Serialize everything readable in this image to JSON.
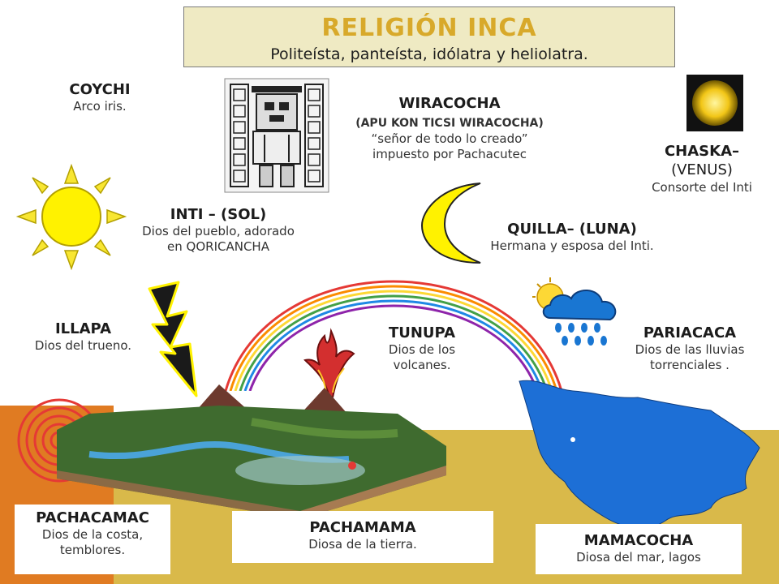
{
  "title": {
    "main": "Religión Inca",
    "subtitle": "Politeísta, panteísta, idólatra y heliolatra."
  },
  "deities": {
    "coychi": {
      "name": "COYCHI",
      "desc": "Arco iris."
    },
    "wiracocha": {
      "name": "WIRACOCHA",
      "alt": "(APU KON TICSI WIRACOCHA)",
      "desc1": "“señor de todo lo creado”",
      "desc2": "impuesto por Pachacutec"
    },
    "chaska": {
      "name": "CHASKA–",
      "alt": "(VENUS)",
      "desc": "Consorte del Inti"
    },
    "inti": {
      "name": "INTI – (SOL)",
      "desc1": "Dios del pueblo, adorado",
      "desc2": "en QORICANCHA"
    },
    "quilla": {
      "name": "QUILLA– (LUNA)",
      "desc": "Hermana y esposa del Inti."
    },
    "illapa": {
      "name": "ILLAPA",
      "desc": "Dios del trueno."
    },
    "tunupa": {
      "name": "TUNUPA",
      "desc1": "Dios de los",
      "desc2": "volcanes."
    },
    "pariacaca": {
      "name": "PARIACACA",
      "desc1": "Dios de las lluvias",
      "desc2": "torrenciales ."
    },
    "pachacamac": {
      "name": "PACHACAMAC",
      "desc1": "Dios de la costa,",
      "desc2": "temblores."
    },
    "pachamama": {
      "name": "PACHAMAMA",
      "desc": "Diosa de la tierra."
    },
    "mamacocha": {
      "name": "MAMACOCHA",
      "desc": "Diosa del mar, lagos"
    }
  },
  "colors": {
    "title_accent": "#d8a92a",
    "ground_yellow": "#d9b94a",
    "ground_orange": "#e07b22",
    "sea_blue": "#1d6fd6"
  },
  "icons": [
    "sun-icon",
    "moon-icon",
    "venus-star-icon",
    "lightning-icon",
    "volcano-icon",
    "rain-cloud-icon",
    "earthquake-icon",
    "wiracocha-idol-icon",
    "rainbow-icon",
    "lake-icon",
    "landscape-icon"
  ]
}
